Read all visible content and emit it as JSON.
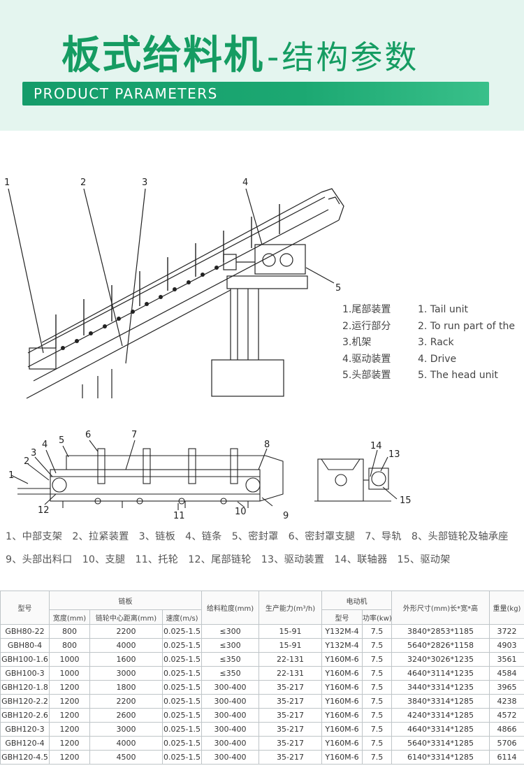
{
  "header": {
    "title_main": "板式给料机",
    "title_dash": "-",
    "title_sub": "结构参数",
    "banner": "PRODUCT PARAMETERS"
  },
  "drawing1": {
    "callouts": [
      "1",
      "2",
      "3",
      "4",
      "5"
    ],
    "legend": [
      {
        "cn": "1.尾部装置",
        "en": "1. Tail unit"
      },
      {
        "cn": "2.运行部分",
        "en": "2. To run part of the"
      },
      {
        "cn": "3.机架",
        "en": "3. Rack"
      },
      {
        "cn": "4.驱动装置",
        "en": "4. Drive"
      },
      {
        "cn": "5.头部装置",
        "en": "5. The head unit"
      }
    ]
  },
  "drawing2": {
    "callouts": [
      "1",
      "2",
      "3",
      "4",
      "5",
      "6",
      "7",
      "8",
      "9",
      "10",
      "11",
      "12",
      "13",
      "14",
      "15"
    ]
  },
  "parts": {
    "line1": [
      "1、中部支架",
      "2、拉紧装置",
      "3、链板",
      "4、链条",
      "5、密封罩",
      "6、密封罩支腿",
      "7、导轨",
      "8、头部链轮及轴承座"
    ],
    "line2": [
      "9、头部出料口",
      "10、支腿",
      "11、托轮",
      "12、尾部链轮",
      "13、驱动装置",
      "14、联轴器",
      "15、驱动架"
    ]
  },
  "table": {
    "headers": {
      "model": "型号",
      "chain_plate": "链板",
      "width": "宽度(mm)",
      "sprocket_distance": "链轮中心距离(mm)",
      "speed": "速度(m/s)",
      "particle": "给料粒度(mm)",
      "capacity": "生产能力(m³/h)",
      "motor": "电动机",
      "motor_model": "型号",
      "power": "功率(kw)",
      "dimensions": "外形尺寸(mm)长*宽*高",
      "weight": "重量(kg)"
    },
    "rows": [
      [
        "GBH80-22",
        "800",
        "2200",
        "0.025-1.5",
        "≤300",
        "15-91",
        "Y132M-4",
        "7.5",
        "3840*2853*1185",
        "3722"
      ],
      [
        "GBH80-4",
        "800",
        "4000",
        "0.025-1.5",
        "≤300",
        "15-91",
        "Y132M-4",
        "7.5",
        "5640*2826*1158",
        "4903"
      ],
      [
        "GBH100-1.6",
        "1000",
        "1600",
        "0.025-1.5",
        "≤350",
        "22-131",
        "Y160M-6",
        "7.5",
        "3240*3026*1235",
        "3561"
      ],
      [
        "GBH100-3",
        "1000",
        "3000",
        "0.025-1.5",
        "≤350",
        "22-131",
        "Y160M-6",
        "7.5",
        "4640*3114*1235",
        "4584"
      ],
      [
        "GBH120-1.8",
        "1200",
        "1800",
        "0.025-1.5",
        "300-400",
        "35-217",
        "Y160M-6",
        "7.5",
        "3440*3314*1235",
        "3965"
      ],
      [
        "GBH120-2.2",
        "1200",
        "2200",
        "0.025-1.5",
        "300-400",
        "35-217",
        "Y160M-6",
        "7.5",
        "3840*3314*1285",
        "4238"
      ],
      [
        "GBH120-2.6",
        "1200",
        "2600",
        "0.025-1.5",
        "300-400",
        "35-217",
        "Y160M-6",
        "7.5",
        "4240*3314*1285",
        "4572"
      ],
      [
        "GBH120-3",
        "1200",
        "3000",
        "0.025-1.5",
        "300-400",
        "35-217",
        "Y160M-6",
        "7.5",
        "4640*3314*1285",
        "4866"
      ],
      [
        "GBH120-4",
        "1200",
        "4000",
        "0.025-1.5",
        "300-400",
        "35-217",
        "Y160M-6",
        "7.5",
        "5640*3314*1285",
        "5706"
      ],
      [
        "GBH120-4.5",
        "1200",
        "4500",
        "0.025-1.5",
        "300-400",
        "35-217",
        "Y160M-6",
        "7.5",
        "6140*3314*1285",
        "6114"
      ]
    ]
  }
}
